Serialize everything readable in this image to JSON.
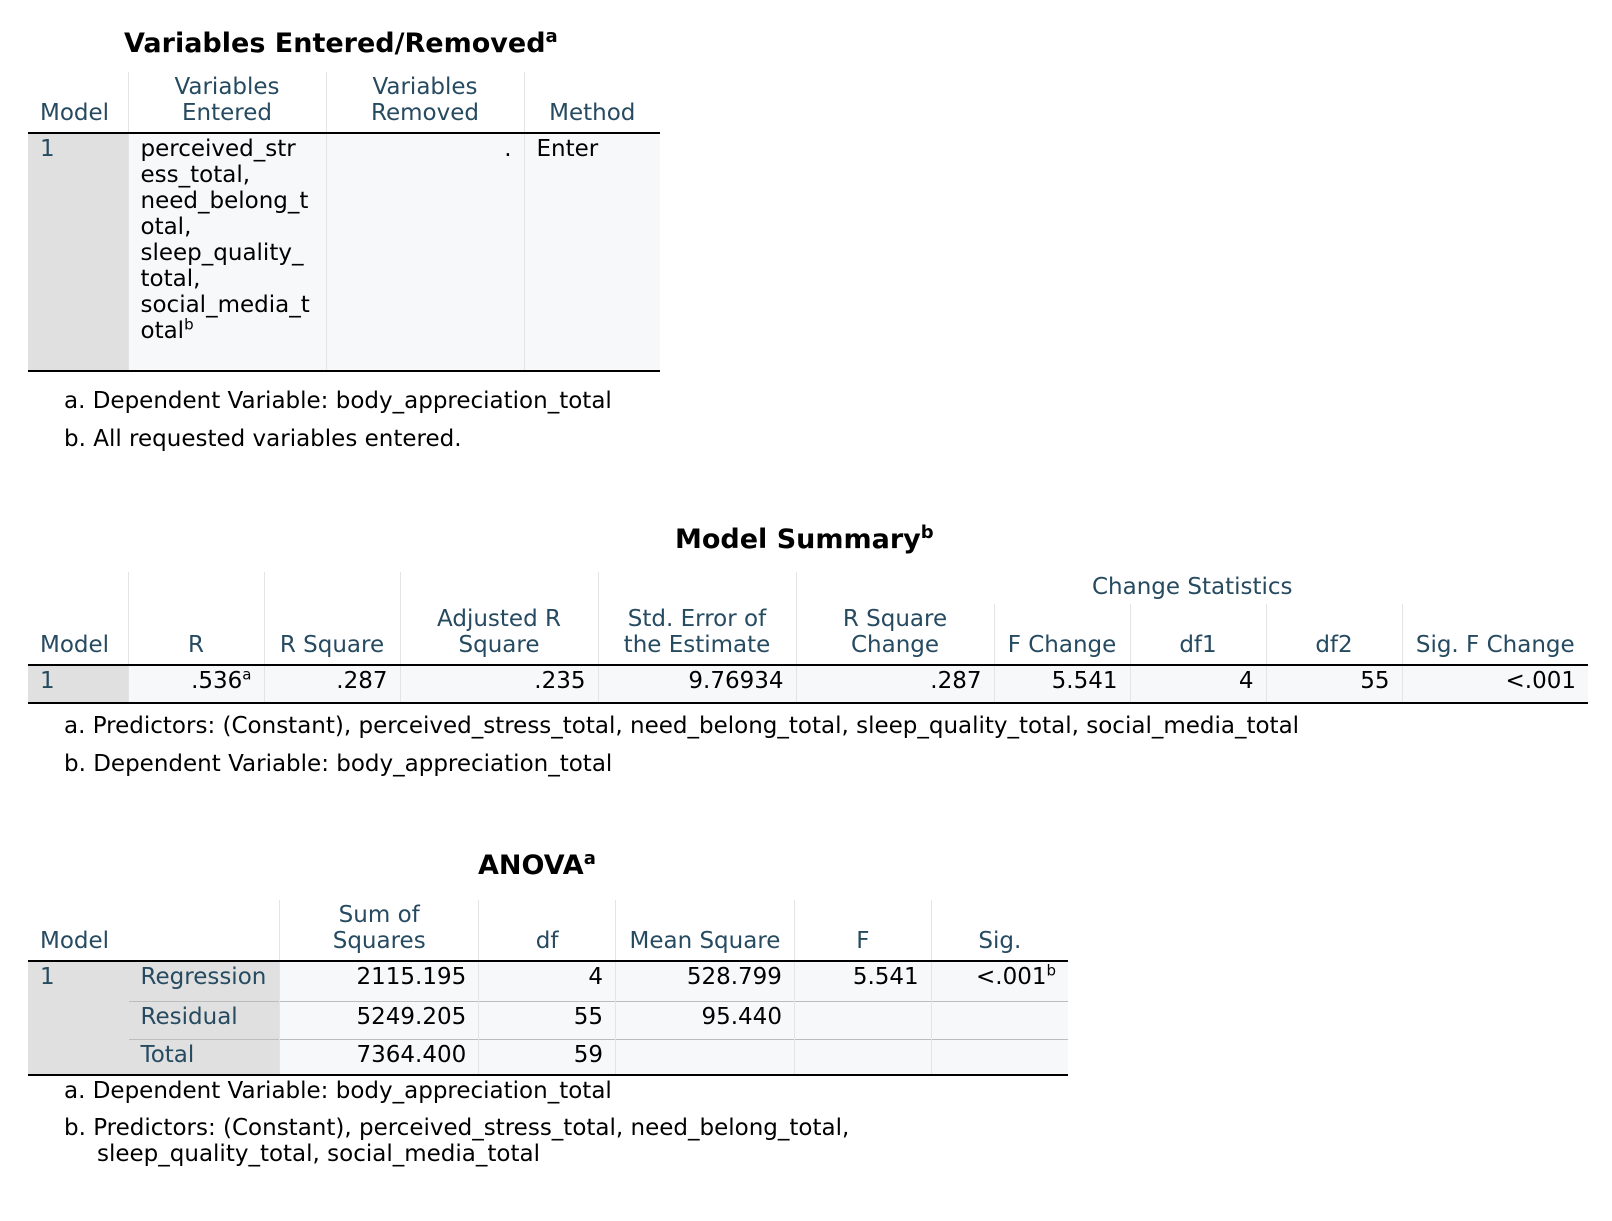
{
  "vars_table": {
    "title": "Variables Entered/Removed",
    "title_sup": "a",
    "headers": {
      "model": "Model",
      "entered_1": "Variables",
      "entered_2": "Entered",
      "removed_1": "Variables",
      "removed_2": "Removed",
      "method": "Method"
    },
    "row": {
      "model": "1",
      "entered_lines": [
        "perceived_str",
        "ess_total,",
        "need_belong_t",
        "otal,",
        "sleep_quality_",
        "total,",
        "social_media_t",
        "otal"
      ],
      "entered_sup": "b",
      "removed": ".",
      "method": "Enter"
    },
    "notes": [
      "a. Dependent Variable: body_appreciation_total",
      "b. All requested variables entered."
    ]
  },
  "summary_table": {
    "title": "Model Summary",
    "title_sup": "b",
    "change_header": "Change Statistics",
    "headers": {
      "model": "Model",
      "r": "R",
      "r_square": "R Square",
      "adj_1": "Adjusted R",
      "adj_2": "Square",
      "se_1": "Std. Error of",
      "se_2": "the Estimate",
      "rsc_1": "R Square",
      "rsc_2": "Change",
      "f_change": "F Change",
      "df1": "df1",
      "df2": "df2",
      "sig_f": "Sig. F Change"
    },
    "row": {
      "model": "1",
      "r": ".536",
      "r_sup": "a",
      "r_square": ".287",
      "adj_r_square": ".235",
      "std_error": "9.76934",
      "r_square_change": ".287",
      "f_change": "5.541",
      "df1": "4",
      "df2": "55",
      "sig_f_change": "<.001"
    },
    "notes": [
      "a. Predictors: (Constant), perceived_stress_total, need_belong_total, sleep_quality_total, social_media_total",
      "b. Dependent Variable: body_appreciation_total"
    ]
  },
  "anova_table": {
    "title": "ANOVA",
    "title_sup": "a",
    "headers": {
      "model": "Model",
      "ss_1": "Sum of",
      "ss_2": "Squares",
      "df": "df",
      "ms": "Mean Square",
      "f": "F",
      "sig": "Sig."
    },
    "model": "1",
    "regression": {
      "label": "Regression",
      "ss": "2115.195",
      "df": "4",
      "ms": "528.799",
      "f": "5.541",
      "sig": "<.001",
      "sig_sup": "b"
    },
    "residual": {
      "label": "Residual",
      "ss": "5249.205",
      "df": "55",
      "ms": "95.440"
    },
    "total": {
      "label": "Total",
      "ss": "7364.400",
      "df": "59"
    },
    "notes": [
      "a. Dependent Variable: body_appreciation_total",
      "b. Predictors: (Constant), perceived_stress_total, need_belong_total,",
      "sleep_quality_total, social_media_total"
    ]
  }
}
